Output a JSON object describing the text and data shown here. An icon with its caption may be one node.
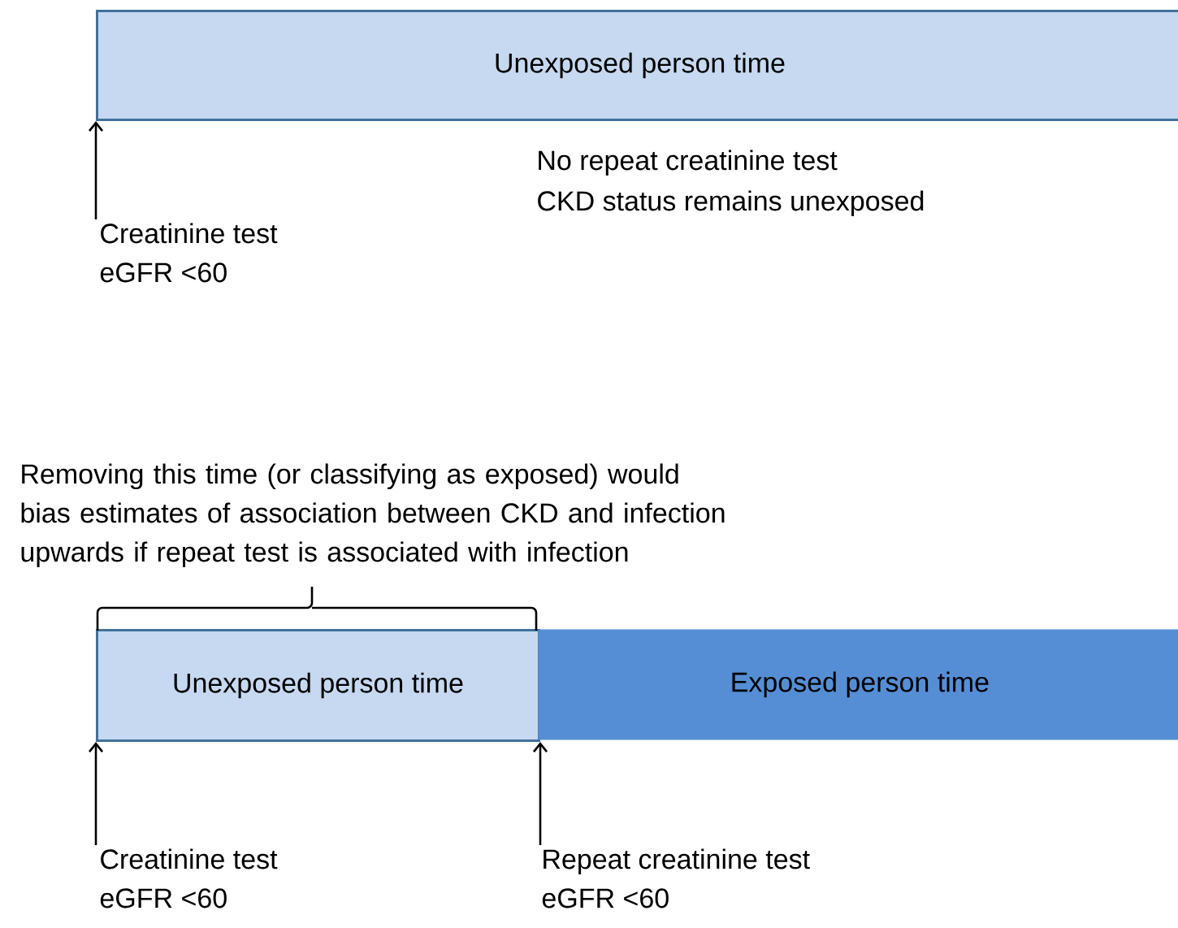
{
  "diagram": {
    "nodes": [
      {
        "text": [
          "Unexposed person time"
        ]
      },
      {
        "text": [
          "Creatinine test",
          "eGFR <60"
        ]
      },
      {
        "text": [
          "Unexposed person time"
        ]
      },
      {
        "text": [
          "Exposed person time"
        ]
      },
      {
        "text": [
          "Creatinine test",
          "eGFR <60"
        ]
      },
      {
        "text": [
          "Repeat creatinine test",
          "eGFR <60"
        ]
      }
    ],
    "edges": [
      {
        "from": 1,
        "to": 0,
        "arrow": "to"
      },
      {
        "from": 4,
        "to": 2,
        "arrow": "to"
      },
      {
        "from": 5,
        "to": 2,
        "arrow": "to"
      }
    ],
    "labels": [
      "No repeat creatinine test",
      "CKD status remains unexposed",
      "Removing this time (or classifying as exposed) would bias estimates of association between CKD and infection upwards if repeat test is associated with infection"
    ]
  }
}
